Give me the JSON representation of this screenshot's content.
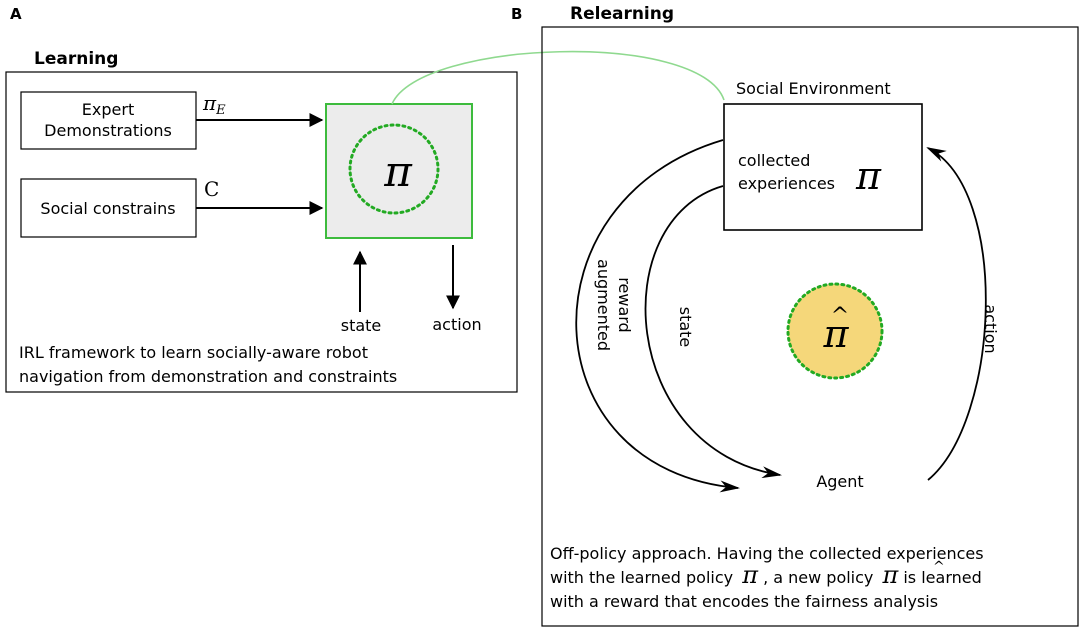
{
  "panel_a": {
    "letter": "A",
    "title": "Learning",
    "expert_line1": "Expert",
    "expert_line2": "Demonstrations",
    "social": "Social constrains",
    "pi_e_base": "π",
    "pi_e_sub": "E",
    "c_label": "C",
    "policy": "π",
    "state": "state",
    "action": "action",
    "caption_line1": "IRL framework to learn socially-aware robot",
    "caption_line2": "navigation from demonstration and constraints"
  },
  "panel_b": {
    "letter": "B",
    "title": "Relearning",
    "env_title": "Social Environment",
    "collected_line1": "collected",
    "collected_line2": "experiences",
    "policy": "π",
    "new_policy": "π",
    "new_policy_hat": "^",
    "augmented_line1": "augmented",
    "augmented_line2": "reward",
    "state": "state",
    "action": "action",
    "agent": "Agent",
    "caption_line1": "Off-policy approach. Having the collected experiences",
    "caption_line2_a": "with the learned policy",
    "caption_line2_pi": "π",
    "caption_line2_b": ", a new policy",
    "caption_line2_pihat": "π",
    "caption_line2_hat": "^",
    "caption_line2_c": "is learned",
    "caption_line3": "with a reward that encodes the fairness analysis"
  },
  "colors": {
    "green_border": "#3dbb3d",
    "green_dots": "#22aa22",
    "connector": "#8fd98f",
    "policy_fill": "#ececec",
    "agent_fill": "#f5d77a"
  }
}
